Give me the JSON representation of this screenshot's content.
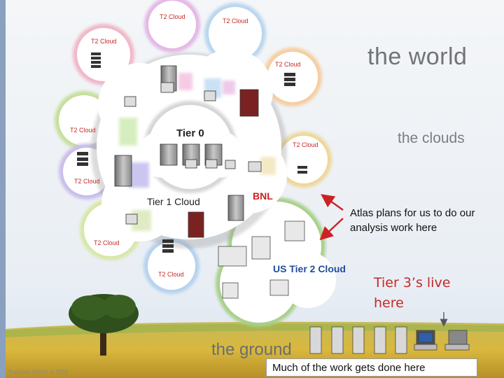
{
  "headings": {
    "world": "the world",
    "clouds": "the clouds",
    "ground": "the ground"
  },
  "cloud_labels": {
    "t2": "T2 Cloud",
    "tier0": "Tier 0",
    "tier1": "Tier 1 Cloud",
    "bnl": "BNL",
    "us_tier2": "US Tier 2 Cloud"
  },
  "annotations": {
    "atlas": "Atlas plans for us to do our analysis work here",
    "tier3": "Tier 3’s live here",
    "much_work": "Much of the work gets done here"
  },
  "footer": {
    "date": "Tuesday, March 3, 2009"
  },
  "colors": {
    "accent_red": "#cc2222",
    "tier2_label_red": "#c62828",
    "us_tier2_blue": "#1f4e9c"
  }
}
